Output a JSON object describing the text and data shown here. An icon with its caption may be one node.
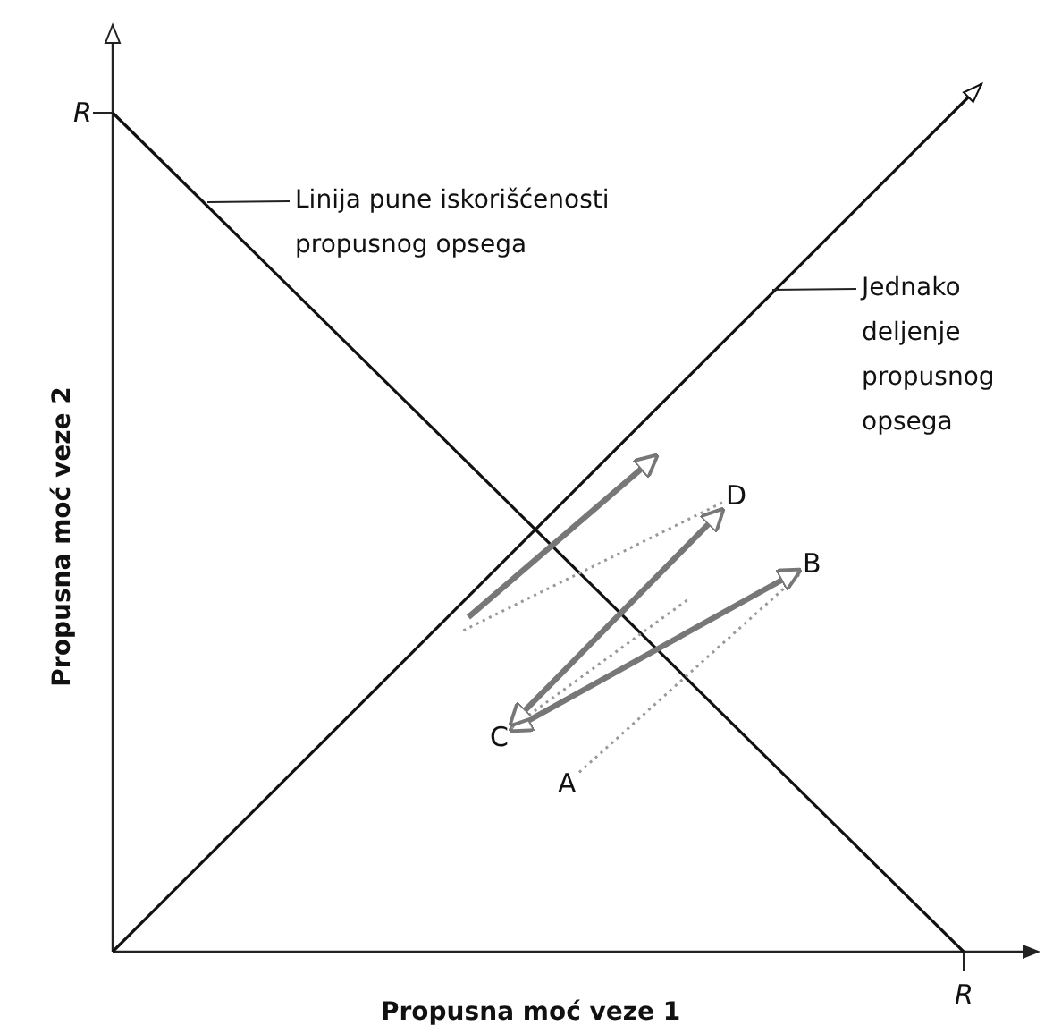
{
  "diagram": {
    "nodes": [
      {
        "text": [
          "Linija pune iskorišćenosti propusnog opsega"
        ]
      },
      {
        "text": [
          "Jednako deljenje propusnog opsega"
        ]
      },
      {
        "text": [
          "A"
        ]
      },
      {
        "text": [
          "B"
        ]
      },
      {
        "text": [
          "C"
        ]
      },
      {
        "text": [
          "D"
        ]
      }
    ],
    "edges": [
      {
        "from": 0,
        "to": null,
        "arrow": "none",
        "color": "#222222"
      },
      {
        "from": 1,
        "to": null,
        "arrow": "none",
        "color": "#222222"
      },
      {
        "from": 2,
        "to": 3,
        "arrow": "none",
        "style": "dashed",
        "color": "#999999"
      },
      {
        "from": 3,
        "to": 4,
        "arrow": "both",
        "style": "thick",
        "color": "#777777"
      },
      {
        "from": 4,
        "to": null,
        "arrow": "none",
        "style": "dashed",
        "color": "#999999"
      },
      {
        "from": 4,
        "to": 5,
        "arrow": "both",
        "style": "thick",
        "color": "#777777"
      },
      {
        "from": 5,
        "to": null,
        "arrow": "none",
        "style": "dashed",
        "color": "#999999"
      }
    ],
    "labels": [
      "R",
      "Propusna moć veze 2",
      "R",
      "Propusna moć veze 1"
    ]
  }
}
